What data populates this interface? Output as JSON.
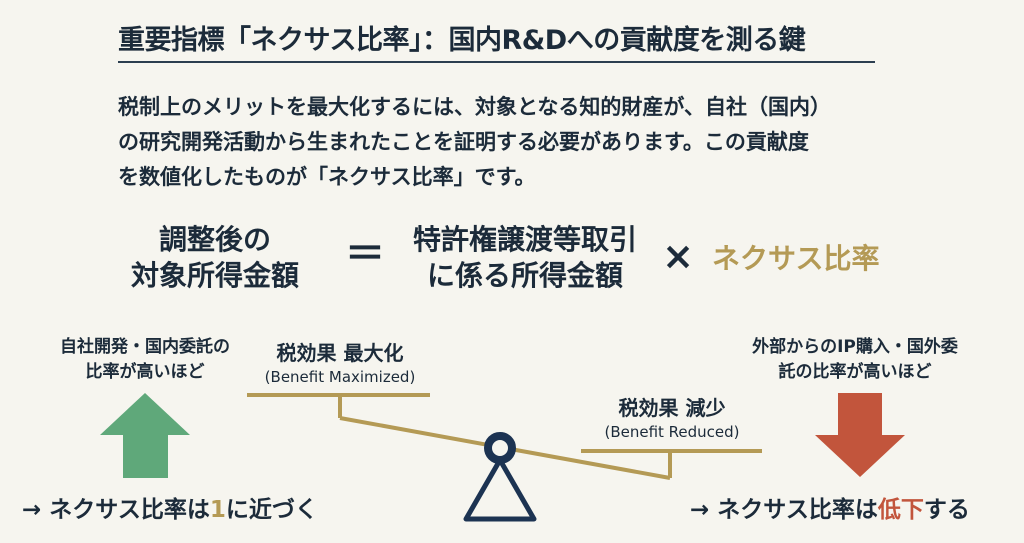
{
  "title": "重要指標「ネクサス比率」：国内R&Dへの貢献度を測る鍵",
  "intro": [
    "税制上のメリットを最大化するには、対象となる知的財産が、自社（国内）",
    "の研究開発活動から生まれたことを証明する必要があります。この貢献度",
    "を数値化したものが「ネクサス比率」です。"
  ],
  "formula": {
    "lhs": [
      "調整後の",
      "対象所得金額"
    ],
    "equals": "＝",
    "term1": [
      "特許権譲渡等取引",
      "に係る所得金額"
    ],
    "times": "×",
    "term2": "ネクサス比率"
  },
  "left": {
    "condition": [
      "自社開発・国内委託の",
      "比率が高いほど"
    ],
    "effect": "税効果 最大化",
    "effect_en": "(Benefit Maximized)",
    "result_prefix": "→ ネクサス比率は",
    "result_highlight": "1",
    "result_suffix": "に近づく"
  },
  "right": {
    "condition": [
      "外部からのIP購入・国外委",
      "託の比率が高いほど"
    ],
    "effect": "税効果 減少",
    "effect_en": "(Benefit Reduced)",
    "result_prefix": "→ ネクサス比率は",
    "result_highlight": "低下",
    "result_suffix": "する"
  },
  "colors": {
    "navy": "#1c2b3a",
    "gold": "#b49a55",
    "green": "#5fa87a",
    "red": "#c2553c"
  }
}
